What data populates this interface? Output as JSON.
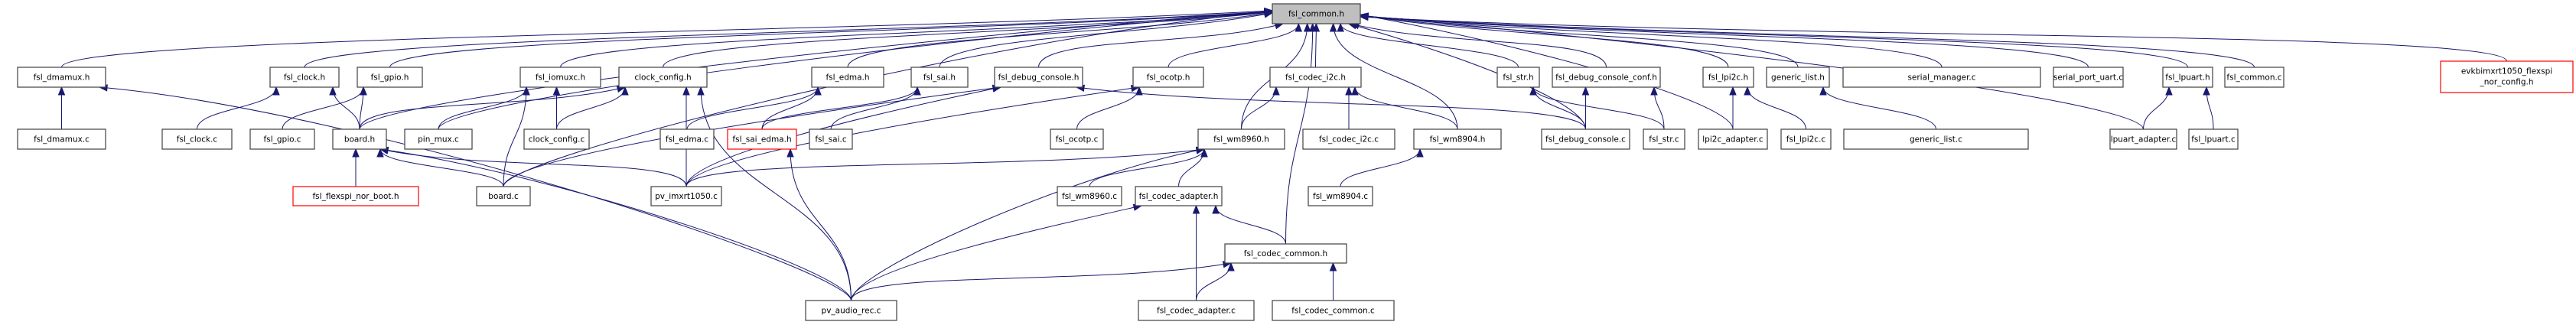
{
  "title": "fsl_common.h include dependency graph",
  "colors": {
    "edge": "#191970",
    "node_border": "#404040",
    "root_fill": "#bfbfbf",
    "missing_border": "#ff0000"
  },
  "nodes": [
    {
      "id": "fsl_common_h",
      "label": "fsl_common.h",
      "kind": "root"
    },
    {
      "id": "fsl_dmamux_h",
      "label": "fsl_dmamux.h"
    },
    {
      "id": "fsl_clock_h",
      "label": "fsl_clock.h"
    },
    {
      "id": "fsl_gpio_h",
      "label": "fsl_gpio.h"
    },
    {
      "id": "fsl_iomuxc_h",
      "label": "fsl_iomuxc.h"
    },
    {
      "id": "clock_config_h",
      "label": "clock_config.h"
    },
    {
      "id": "fsl_edma_h",
      "label": "fsl_edma.h"
    },
    {
      "id": "fsl_sai_h",
      "label": "fsl_sai.h"
    },
    {
      "id": "fsl_debug_console_h",
      "label": "fsl_debug_console.h"
    },
    {
      "id": "fsl_ocotp_h",
      "label": "fsl_ocotp.h"
    },
    {
      "id": "fsl_codec_i2c_h",
      "label": "fsl_codec_i2c.h"
    },
    {
      "id": "fsl_str_h",
      "label": "fsl_str.h"
    },
    {
      "id": "fsl_debug_console_conf_h",
      "label": "fsl_debug_console_conf.h"
    },
    {
      "id": "fsl_lpi2c_h",
      "label": "fsl_lpi2c.h"
    },
    {
      "id": "generic_list_h",
      "label": "generic_list.h"
    },
    {
      "id": "serial_manager_c",
      "label": "serial_manager.c"
    },
    {
      "id": "serial_port_uart_c",
      "label": "serial_port_uart.c"
    },
    {
      "id": "fsl_lpuart_h",
      "label": "fsl_lpuart.h"
    },
    {
      "id": "fsl_common_c",
      "label": "fsl_common.c"
    },
    {
      "id": "evkb_nor_config_h",
      "label": "evkbimxrt1050_flexspi",
      "label2": "_nor_config.h",
      "kind": "missing"
    },
    {
      "id": "fsl_dmamux_c",
      "label": "fsl_dmamux.c"
    },
    {
      "id": "fsl_clock_c",
      "label": "fsl_clock.c"
    },
    {
      "id": "fsl_gpio_c",
      "label": "fsl_gpio.c"
    },
    {
      "id": "board_h",
      "label": "board.h"
    },
    {
      "id": "pin_mux_c",
      "label": "pin_mux.c"
    },
    {
      "id": "clock_config_c",
      "label": "clock_config.c"
    },
    {
      "id": "fsl_edma_c",
      "label": "fsl_edma.c"
    },
    {
      "id": "fsl_sai_edma_h",
      "label": "fsl_sai_edma.h",
      "kind": "missing"
    },
    {
      "id": "fsl_sai_c",
      "label": "fsl_sai.c"
    },
    {
      "id": "fsl_ocotp_c",
      "label": "fsl_ocotp.c"
    },
    {
      "id": "fsl_wm8960_h",
      "label": "fsl_wm8960.h"
    },
    {
      "id": "fsl_codec_i2c_c",
      "label": "fsl_codec_i2c.c"
    },
    {
      "id": "fsl_wm8904_h",
      "label": "fsl_wm8904.h"
    },
    {
      "id": "fsl_debug_console_c",
      "label": "fsl_debug_console.c"
    },
    {
      "id": "fsl_str_c",
      "label": "fsl_str.c"
    },
    {
      "id": "lpi2c_adapter_c",
      "label": "lpi2c_adapter.c"
    },
    {
      "id": "fsl_lpi2c_c",
      "label": "fsl_lpi2c.c"
    },
    {
      "id": "generic_list_c",
      "label": "generic_list.c"
    },
    {
      "id": "lpuart_adapter_c",
      "label": "lpuart_adapter.c"
    },
    {
      "id": "fsl_lpuart_c",
      "label": "fsl_lpuart.c"
    },
    {
      "id": "fsl_flexspi_nor_boot_h",
      "label": "fsl_flexspi_nor_boot.h",
      "kind": "missing"
    },
    {
      "id": "board_c",
      "label": "board.c"
    },
    {
      "id": "pv_imxrt1050_c",
      "label": "pv_imxrt1050.c"
    },
    {
      "id": "fsl_wm8960_c",
      "label": "fsl_wm8960.c"
    },
    {
      "id": "fsl_codec_adapter_h",
      "label": "fsl_codec_adapter.h"
    },
    {
      "id": "fsl_wm8904_c",
      "label": "fsl_wm8904.c"
    },
    {
      "id": "fsl_codec_common_h",
      "label": "fsl_codec_common.h"
    },
    {
      "id": "pv_audio_rec_c",
      "label": "pv_audio_rec.c"
    },
    {
      "id": "fsl_codec_adapter_c",
      "label": "fsl_codec_adapter.c"
    },
    {
      "id": "fsl_codec_common_c",
      "label": "fsl_codec_common.c"
    }
  ],
  "edges": [
    [
      "fsl_dmamux_h",
      "fsl_common_h"
    ],
    [
      "fsl_clock_h",
      "fsl_common_h"
    ],
    [
      "fsl_gpio_h",
      "fsl_common_h"
    ],
    [
      "fsl_iomuxc_h",
      "fsl_common_h"
    ],
    [
      "clock_config_h",
      "fsl_common_h"
    ],
    [
      "fsl_edma_h",
      "fsl_common_h"
    ],
    [
      "fsl_sai_h",
      "fsl_common_h"
    ],
    [
      "fsl_debug_console_h",
      "fsl_common_h"
    ],
    [
      "fsl_ocotp_h",
      "fsl_common_h"
    ],
    [
      "fsl_codec_i2c_h",
      "fsl_common_h"
    ],
    [
      "fsl_str_h",
      "fsl_common_h"
    ],
    [
      "fsl_debug_console_conf_h",
      "fsl_common_h"
    ],
    [
      "fsl_lpi2c_h",
      "fsl_common_h"
    ],
    [
      "generic_list_h",
      "fsl_common_h"
    ],
    [
      "serial_manager_c",
      "fsl_common_h"
    ],
    [
      "serial_port_uart_c",
      "fsl_common_h"
    ],
    [
      "fsl_lpuart_h",
      "fsl_common_h"
    ],
    [
      "fsl_common_c",
      "fsl_common_h"
    ],
    [
      "evkb_nor_config_h",
      "fsl_common_h"
    ],
    [
      "board_h",
      "fsl_common_h"
    ],
    [
      "pin_mux_c",
      "fsl_common_h"
    ],
    [
      "board_c",
      "fsl_common_h"
    ],
    [
      "fsl_wm8960_h",
      "fsl_common_h"
    ],
    [
      "fsl_wm8904_h",
      "fsl_common_h"
    ],
    [
      "fsl_debug_console_c",
      "fsl_common_h"
    ],
    [
      "lpi2c_adapter_c",
      "fsl_common_h"
    ],
    [
      "lpuart_adapter_c",
      "fsl_common_h"
    ],
    [
      "fsl_codec_common_h",
      "fsl_common_h"
    ],
    [
      "fsl_dmamux_c",
      "fsl_dmamux_h"
    ],
    [
      "pv_audio_rec_c",
      "fsl_dmamux_h"
    ],
    [
      "fsl_clock_c",
      "fsl_clock_h"
    ],
    [
      "board_h",
      "fsl_clock_h"
    ],
    [
      "fsl_gpio_c",
      "fsl_gpio_h"
    ],
    [
      "board_h",
      "fsl_gpio_h"
    ],
    [
      "pin_mux_c",
      "fsl_iomuxc_h"
    ],
    [
      "clock_config_c",
      "fsl_iomuxc_h"
    ],
    [
      "board_c",
      "fsl_iomuxc_h"
    ],
    [
      "board_h",
      "clock_config_h"
    ],
    [
      "clock_config_c",
      "clock_config_h"
    ],
    [
      "pv_imxrt1050_c",
      "clock_config_h"
    ],
    [
      "pv_audio_rec_c",
      "clock_config_h"
    ],
    [
      "fsl_edma_c",
      "fsl_edma_h"
    ],
    [
      "fsl_sai_edma_h",
      "fsl_edma_h"
    ],
    [
      "fsl_sai_edma_h",
      "fsl_sai_h"
    ],
    [
      "fsl_sai_c",
      "fsl_sai_h"
    ],
    [
      "board_c",
      "fsl_debug_console_h"
    ],
    [
      "pv_imxrt1050_c",
      "fsl_debug_console_h"
    ],
    [
      "fsl_debug_console_c",
      "fsl_debug_console_h"
    ],
    [
      "fsl_ocotp_c",
      "fsl_ocotp_h"
    ],
    [
      "pv_imxrt1050_c",
      "fsl_ocotp_h"
    ],
    [
      "fsl_wm8960_h",
      "fsl_codec_i2c_h"
    ],
    [
      "fsl_codec_i2c_c",
      "fsl_codec_i2c_h"
    ],
    [
      "fsl_wm8904_h",
      "fsl_codec_i2c_h"
    ],
    [
      "fsl_debug_console_c",
      "fsl_str_h"
    ],
    [
      "fsl_str_c",
      "fsl_str_h"
    ],
    [
      "fsl_debug_console_c",
      "fsl_debug_console_conf_h"
    ],
    [
      "fsl_str_c",
      "fsl_debug_console_conf_h"
    ],
    [
      "lpi2c_adapter_c",
      "fsl_lpi2c_h"
    ],
    [
      "fsl_lpi2c_c",
      "fsl_lpi2c_h"
    ],
    [
      "generic_list_c",
      "generic_list_h"
    ],
    [
      "lpuart_adapter_c",
      "fsl_lpuart_h"
    ],
    [
      "fsl_lpuart_c",
      "fsl_lpuart_h"
    ],
    [
      "fsl_flexspi_nor_boot_h",
      "board_h"
    ],
    [
      "board_c",
      "board_h"
    ],
    [
      "pv_imxrt1050_c",
      "board_h"
    ],
    [
      "pv_audio_rec_c",
      "board_h"
    ],
    [
      "pv_audio_rec_c",
      "fsl_sai_edma_h"
    ],
    [
      "pv_imxrt1050_c",
      "fsl_wm8960_h"
    ],
    [
      "fsl_wm8960_c",
      "fsl_wm8960_h"
    ],
    [
      "fsl_codec_adapter_h",
      "fsl_wm8960_h"
    ],
    [
      "pv_audio_rec_c",
      "fsl_wm8960_h"
    ],
    [
      "fsl_wm8904_c",
      "fsl_wm8904_h"
    ],
    [
      "pv_audio_rec_c",
      "fsl_codec_adapter_h"
    ],
    [
      "fsl_codec_adapter_c",
      "fsl_codec_adapter_h"
    ],
    [
      "fsl_codec_common_h",
      "fsl_codec_adapter_h"
    ],
    [
      "pv_audio_rec_c",
      "fsl_codec_common_h"
    ],
    [
      "fsl_codec_adapter_c",
      "fsl_codec_common_h"
    ],
    [
      "fsl_codec_common_c",
      "fsl_codec_common_h"
    ]
  ]
}
